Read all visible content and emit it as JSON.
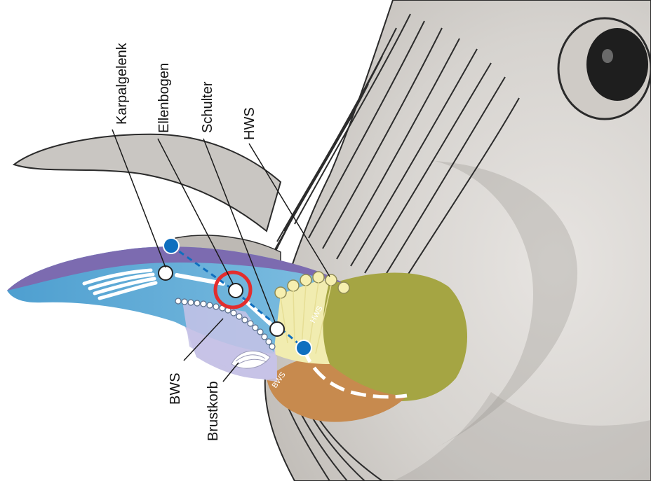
{
  "labels": {
    "karpalgelenk": "Karpalgelenk",
    "ellenbogen": "Ellenbogen",
    "schulter": "Schulter",
    "hws": "HWS",
    "bws": "BWS",
    "brustkorb": "Brustkorb"
  },
  "region_labels": {
    "hws": "HWS",
    "bws": "BWS"
  },
  "colors": {
    "wing_blue": "#5aa6d3",
    "wing_purple": "#7c6bb0",
    "neck_region": "#f1ecb0",
    "head_region": "#a5a543",
    "body_region": "#c78a4e",
    "bws_region": "#c7c3e6",
    "marker_blue": "#0f6fbf",
    "highlight_ring": "#e32d2d",
    "joint_white": "#ffffff",
    "vertebra_fill": "#f6efb0"
  }
}
